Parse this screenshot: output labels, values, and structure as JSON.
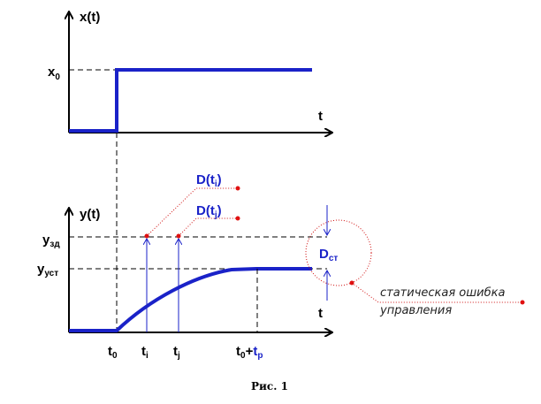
{
  "colors": {
    "signal": "#1a22c8",
    "marker": "#e01010",
    "axis": "#000000"
  },
  "top_plot": {
    "y_axis_label": "x(t)",
    "x_axis_label": "t",
    "level_label": {
      "main": "x",
      "sub": "0"
    }
  },
  "bottom_plot": {
    "y_axis_label": "y(t)",
    "x_axis_label": "t",
    "setpoint_label": {
      "main": "y",
      "sub": "зд"
    },
    "steady_label": {
      "main": "y",
      "sub": "уст"
    },
    "ticks": {
      "t0": {
        "main": "t",
        "sub": "0"
      },
      "ti": {
        "main": "t",
        "sub": "i"
      },
      "tj": {
        "main": "t",
        "sub": "j"
      },
      "t0tp": {
        "main": "t",
        "sub": "0",
        "plus": "+",
        "main2": "t",
        "sub2": "р"
      }
    },
    "deviation_i": {
      "main": "D(t",
      "sub": "i",
      "close": ")"
    },
    "deviation_j": {
      "main": "D(t",
      "sub": "j",
      "close": ")"
    },
    "static_error": {
      "main": "D",
      "sub": "ст"
    },
    "note_line1": "статическая ошибка",
    "note_line2": "управления"
  },
  "caption": "Рис. 1"
}
